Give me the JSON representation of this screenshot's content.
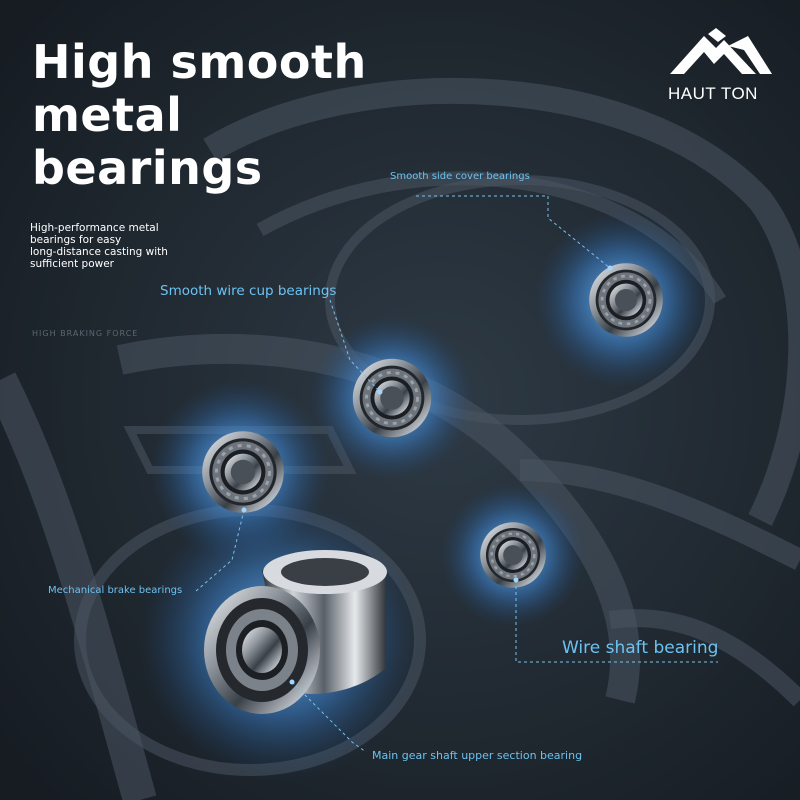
{
  "headline": {
    "lines": [
      "High smooth",
      "metal",
      "bearings"
    ]
  },
  "subtext": {
    "lines": [
      "High-performance metal",
      "bearings for easy",
      "long-distance casting with",
      "sufficient power"
    ]
  },
  "ghost_text": "HIGH BRAKING FORCE",
  "brand": {
    "name": "HAUT TON",
    "logo_icon": "mountain-logo-icon"
  },
  "callouts": {
    "side_cover": "Smooth side cover bearings",
    "wire_cup": "Smooth wire cup bearings",
    "mechanical_brake": "Mechanical brake bearings",
    "wire_shaft": "Wire shaft bearing",
    "main_gear": "Main gear shaft upper section bearing"
  },
  "colors": {
    "background": "#1f262e",
    "accent": "#6cc2f2",
    "glow": "#4fa8ff",
    "text": "#ffffff"
  }
}
